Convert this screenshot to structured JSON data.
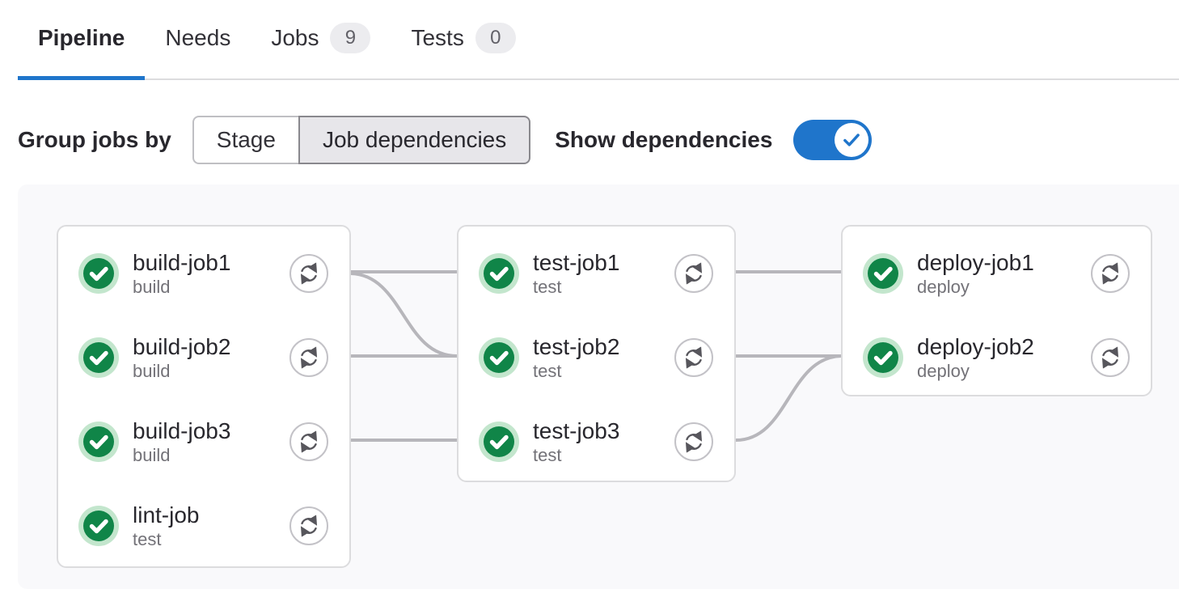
{
  "colors": {
    "accent_blue": "#1f75cb",
    "success_green": "#108548",
    "success_ring_green": "#c3e6cd",
    "edge_gray": "#b7b6bb",
    "tab_border": "#dcdcde",
    "badge_bg": "#ececef"
  },
  "tabs": [
    {
      "label": "Pipeline",
      "active": true
    },
    {
      "label": "Needs",
      "active": false
    },
    {
      "label": "Jobs",
      "badge": "9",
      "active": false
    },
    {
      "label": "Tests",
      "badge": "0",
      "active": false
    }
  ],
  "controls": {
    "group_label": "Group jobs by",
    "options": [
      {
        "label": "Stage",
        "selected": false
      },
      {
        "label": "Job dependencies",
        "selected": true
      }
    ],
    "toggle_label": "Show dependencies",
    "toggle_state": "on"
  },
  "graph": {
    "columns": [
      {
        "jobs": [
          {
            "name": "build-job1",
            "stage": "build",
            "status": "success"
          },
          {
            "name": "build-job2",
            "stage": "build",
            "status": "success"
          },
          {
            "name": "build-job3",
            "stage": "build",
            "status": "success"
          },
          {
            "name": "lint-job",
            "stage": "test",
            "status": "success"
          }
        ]
      },
      {
        "jobs": [
          {
            "name": "test-job1",
            "stage": "test",
            "status": "success"
          },
          {
            "name": "test-job2",
            "stage": "test",
            "status": "success"
          },
          {
            "name": "test-job3",
            "stage": "test",
            "status": "success"
          }
        ]
      },
      {
        "jobs": [
          {
            "name": "deploy-job1",
            "stage": "deploy",
            "status": "success"
          },
          {
            "name": "deploy-job2",
            "stage": "deploy",
            "status": "success"
          }
        ]
      }
    ],
    "edges": [
      {
        "from": "build-job1",
        "to": "test-job1"
      },
      {
        "from": "build-job1",
        "to": "test-job2"
      },
      {
        "from": "build-job2",
        "to": "test-job2"
      },
      {
        "from": "build-job3",
        "to": "test-job3"
      },
      {
        "from": "test-job1",
        "to": "deploy-job1"
      },
      {
        "from": "test-job2",
        "to": "deploy-job2"
      },
      {
        "from": "test-job3",
        "to": "deploy-job2"
      }
    ],
    "icons": {
      "status": "check-circle-icon",
      "action": "retry-icon"
    }
  }
}
